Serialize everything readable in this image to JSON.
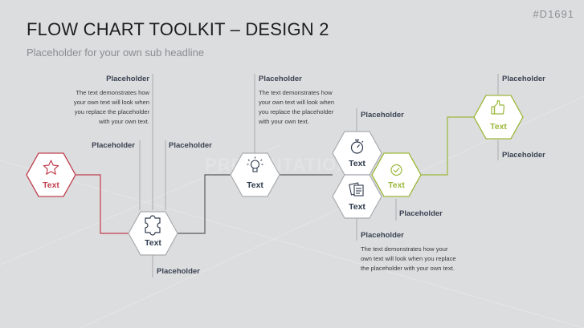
{
  "header": {
    "title": "FLOW CHART TOOLKIT – DESIGN 2",
    "subtitle": "Placeholder for your own sub headline",
    "doc_id": "#D1691"
  },
  "watermark": "PRESENTATIONLOAD",
  "colors": {
    "red": "#c0404e",
    "green": "#9ab83a",
    "dark": "#2f3a4e",
    "line": "#5a5a5a",
    "stroke": "#a9abae"
  },
  "hexagons": {
    "star": {
      "label": "Text",
      "icon": "star-icon"
    },
    "puzzle": {
      "label": "Text",
      "icon": "puzzle-icon"
    },
    "bulb": {
      "label": "Text",
      "icon": "lightbulb-icon"
    },
    "stopwatch": {
      "label": "Text",
      "icon": "stopwatch-icon"
    },
    "notes": {
      "label": "Text",
      "icon": "notes-icon"
    },
    "check": {
      "label": "Text",
      "icon": "check-icon"
    },
    "thumbs": {
      "label": "Text",
      "icon": "thumbs-up-icon"
    }
  },
  "callouts": {
    "c1": {
      "title": "Placeholder",
      "text": [
        "The text demonstrates how",
        "your own text will look when",
        "you replace the placeholder",
        "with your own text."
      ]
    },
    "c2": {
      "title": "Placeholder"
    },
    "c3": {
      "title": "Placeholder"
    },
    "c4": {
      "title": "Placeholder"
    },
    "c5": {
      "title": "Placeholder",
      "text": [
        "The text demonstrates how",
        "your own text will look when",
        "you replace the placeholder",
        "with your own text."
      ]
    },
    "c6": {
      "title": "Placeholder"
    },
    "c7": {
      "title": "Placeholder"
    },
    "c8": {
      "title": "Placeholder",
      "text": [
        "The text demonstrates how your",
        "own text will look when you replace",
        "the placeholder with your own text."
      ]
    },
    "c9": {
      "title": "Placeholder"
    },
    "c10": {
      "title": "Placeholder"
    }
  }
}
